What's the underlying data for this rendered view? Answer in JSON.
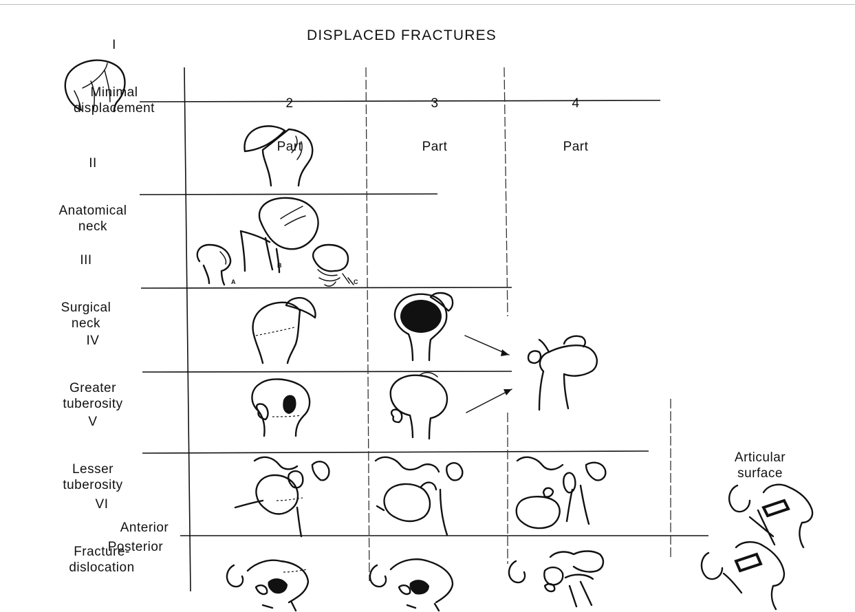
{
  "title": "DISPLACED FRACTURES",
  "columns": [
    {
      "num": "2",
      "word": "Part"
    },
    {
      "num": "3",
      "word": "Part"
    },
    {
      "num": "4",
      "word": "Part"
    }
  ],
  "rows": [
    {
      "numeral": "I",
      "text": "Minimal\ndisplacement"
    },
    {
      "numeral": "II",
      "text": "Anatomical\nneck"
    },
    {
      "numeral": "III",
      "text": "Surgical\nneck"
    },
    {
      "numeral": "IV",
      "text": "Greater\ntuberosity"
    },
    {
      "numeral": "V",
      "text": "Lesser\ntuberosity"
    },
    {
      "numeral": "VI",
      "text": "Fracture-\ndislocation"
    }
  ],
  "anterior": "Anterior",
  "posterior": "Posterior",
  "articular": "Articular\nsurface",
  "sublabels": [
    "A",
    "B",
    "C"
  ]
}
